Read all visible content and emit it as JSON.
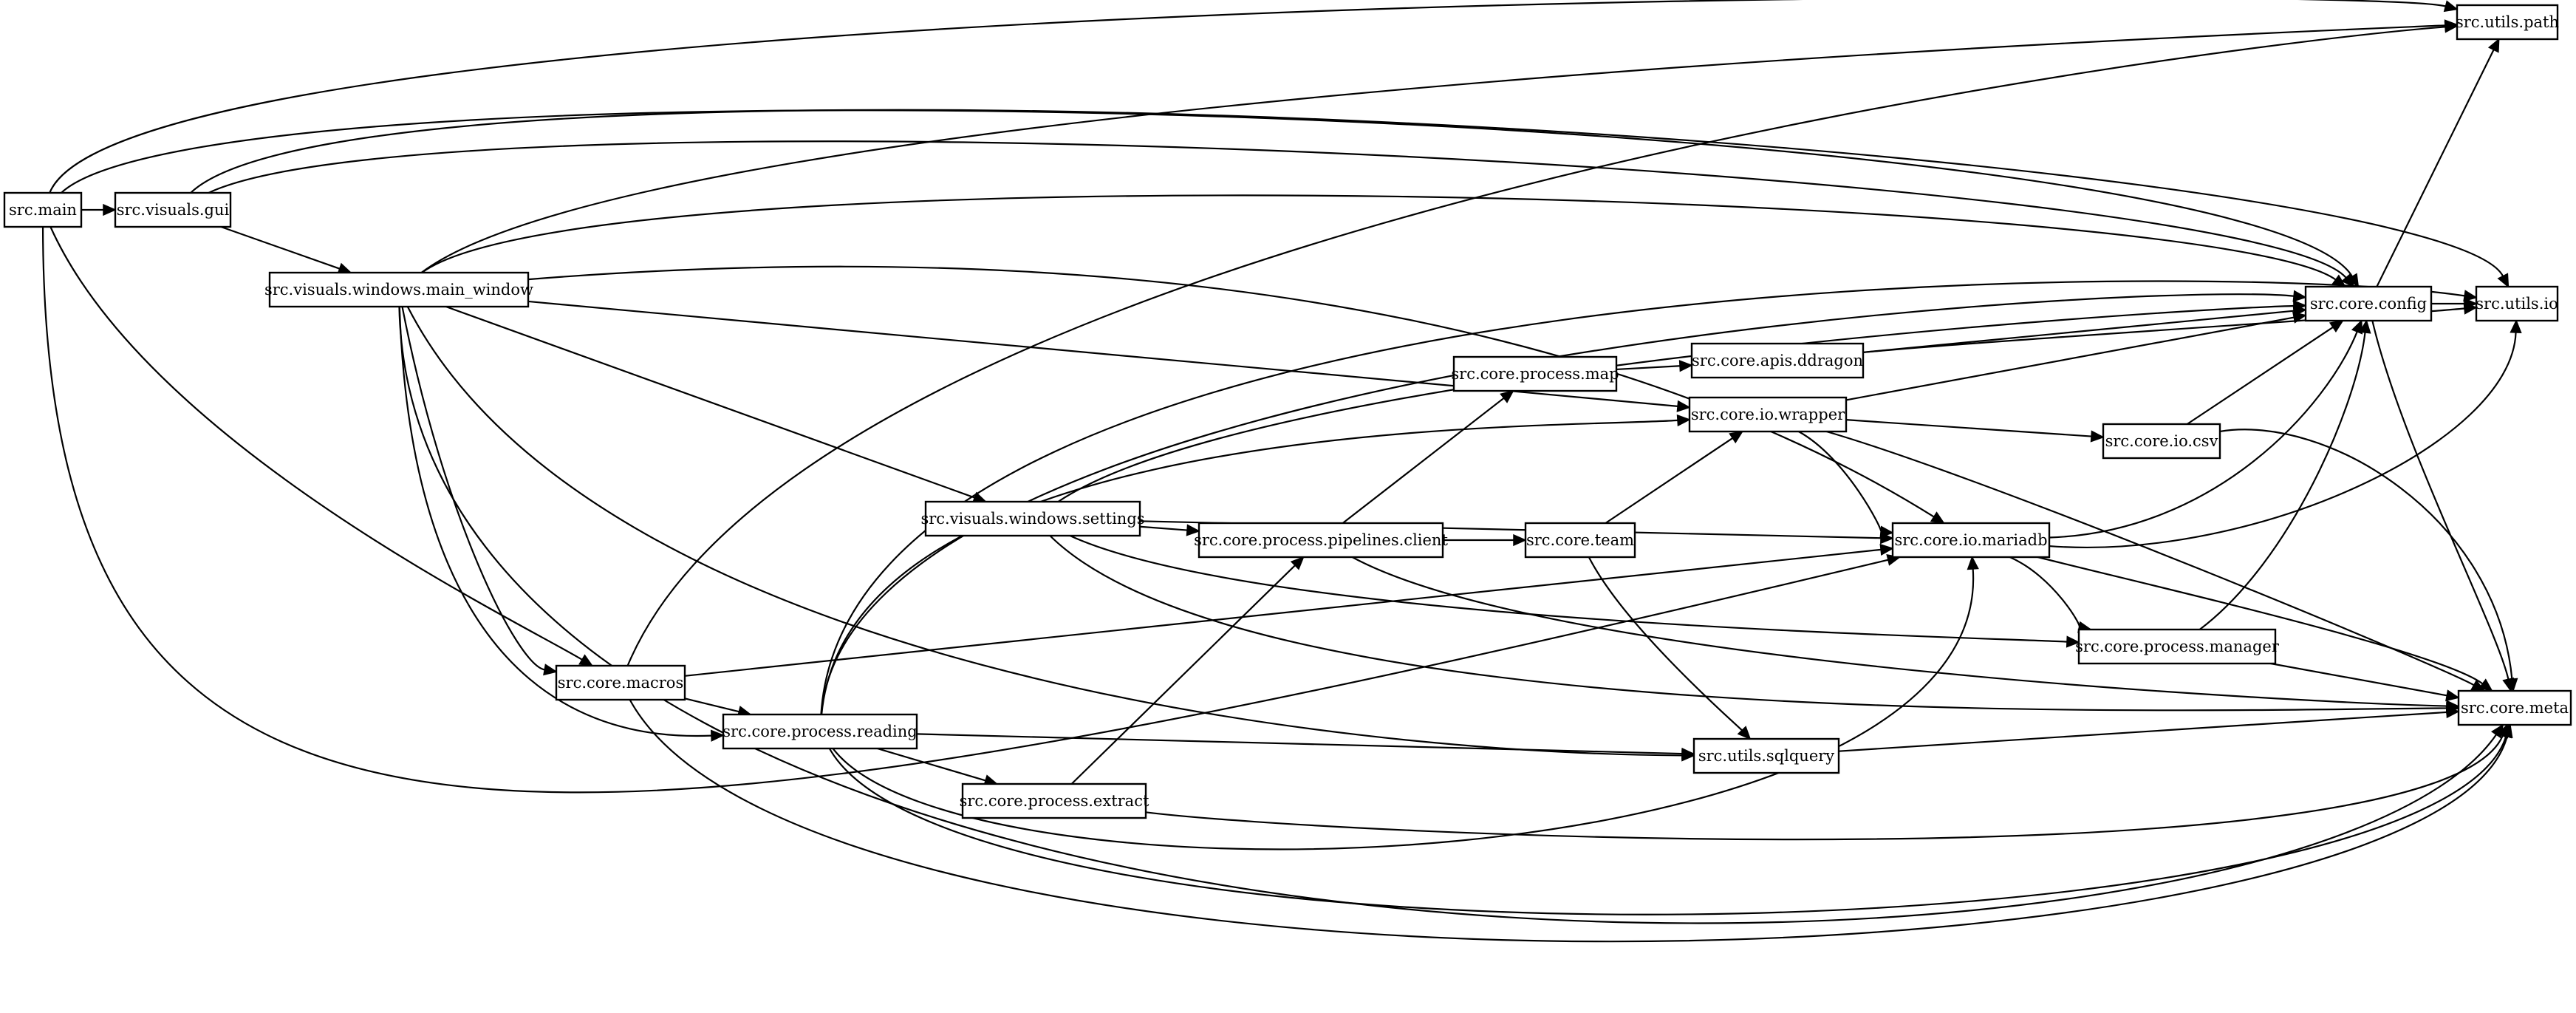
{
  "graph": {
    "nodes": [
      {
        "id": "main",
        "label": "src.main"
      },
      {
        "id": "gui",
        "label": "src.visuals.gui"
      },
      {
        "id": "mainwin",
        "label": "src.visuals.windows.main_window"
      },
      {
        "id": "settings",
        "label": "src.visuals.windows.settings"
      },
      {
        "id": "macros",
        "label": "src.core.macros"
      },
      {
        "id": "reading",
        "label": "src.core.process.reading"
      },
      {
        "id": "extract",
        "label": "src.core.process.extract"
      },
      {
        "id": "pipelines",
        "label": "src.core.process.pipelines.client"
      },
      {
        "id": "map",
        "label": "src.core.process.map"
      },
      {
        "id": "team",
        "label": "src.core.team"
      },
      {
        "id": "ddragon",
        "label": "src.core.apis.ddragon"
      },
      {
        "id": "wrapper",
        "label": "src.core.io.wrapper"
      },
      {
        "id": "sqlquery",
        "label": "src.utils.sqlquery"
      },
      {
        "id": "mariadb",
        "label": "src.core.io.mariadb"
      },
      {
        "id": "csv",
        "label": "src.core.io.csv"
      },
      {
        "id": "manager",
        "label": "src.core.process.manager"
      },
      {
        "id": "config",
        "label": "src.core.config"
      },
      {
        "id": "path",
        "label": "src.utils.path"
      },
      {
        "id": "utilsio",
        "label": "src.utils.io"
      },
      {
        "id": "meta",
        "label": "src.core.meta"
      }
    ],
    "edges": [
      [
        "main",
        "gui"
      ],
      [
        "main",
        "path"
      ],
      [
        "main",
        "config"
      ],
      [
        "main",
        "macros"
      ],
      [
        "main",
        "mariadb"
      ],
      [
        "gui",
        "mainwin"
      ],
      [
        "gui",
        "config"
      ],
      [
        "mainwin",
        "path"
      ],
      [
        "mainwin",
        "config"
      ],
      [
        "mainwin",
        "mariadb"
      ],
      [
        "mainwin",
        "wrapper"
      ],
      [
        "mainwin",
        "settings"
      ],
      [
        "mainwin",
        "macros"
      ],
      [
        "mainwin",
        "reading"
      ],
      [
        "mainwin",
        "sqlquery"
      ],
      [
        "mainwin",
        "meta"
      ],
      [
        "settings",
        "config"
      ],
      [
        "settings",
        "pipelines"
      ],
      [
        "settings",
        "mariadb"
      ],
      [
        "settings",
        "manager"
      ],
      [
        "settings",
        "meta"
      ],
      [
        "macros",
        "path"
      ],
      [
        "macros",
        "reading"
      ],
      [
        "macros",
        "mariadb"
      ],
      [
        "macros",
        "meta"
      ],
      [
        "reading",
        "utilsio"
      ],
      [
        "reading",
        "config"
      ],
      [
        "reading",
        "wrapper"
      ],
      [
        "reading",
        "sqlquery"
      ],
      [
        "reading",
        "extract"
      ],
      [
        "reading",
        "mariadb"
      ],
      [
        "reading",
        "meta"
      ],
      [
        "extract",
        "pipelines"
      ],
      [
        "extract",
        "meta"
      ],
      [
        "pipelines",
        "map"
      ],
      [
        "pipelines",
        "team"
      ],
      [
        "pipelines",
        "meta"
      ],
      [
        "map",
        "ddragon"
      ],
      [
        "ddragon",
        "config"
      ],
      [
        "ddragon",
        "utilsio"
      ],
      [
        "team",
        "wrapper"
      ],
      [
        "team",
        "sqlquery"
      ],
      [
        "wrapper",
        "config"
      ],
      [
        "wrapper",
        "csv"
      ],
      [
        "wrapper",
        "mariadb"
      ],
      [
        "wrapper",
        "meta"
      ],
      [
        "csv",
        "config"
      ],
      [
        "csv",
        "meta"
      ],
      [
        "mariadb",
        "config"
      ],
      [
        "mariadb",
        "utilsio"
      ],
      [
        "mariadb",
        "manager"
      ],
      [
        "mariadb",
        "meta"
      ],
      [
        "manager",
        "config"
      ],
      [
        "manager",
        "meta"
      ],
      [
        "sqlquery",
        "meta"
      ],
      [
        "config",
        "path"
      ],
      [
        "config",
        "utilsio"
      ],
      [
        "config",
        "meta"
      ],
      [
        "gui",
        "utilsio"
      ]
    ]
  }
}
